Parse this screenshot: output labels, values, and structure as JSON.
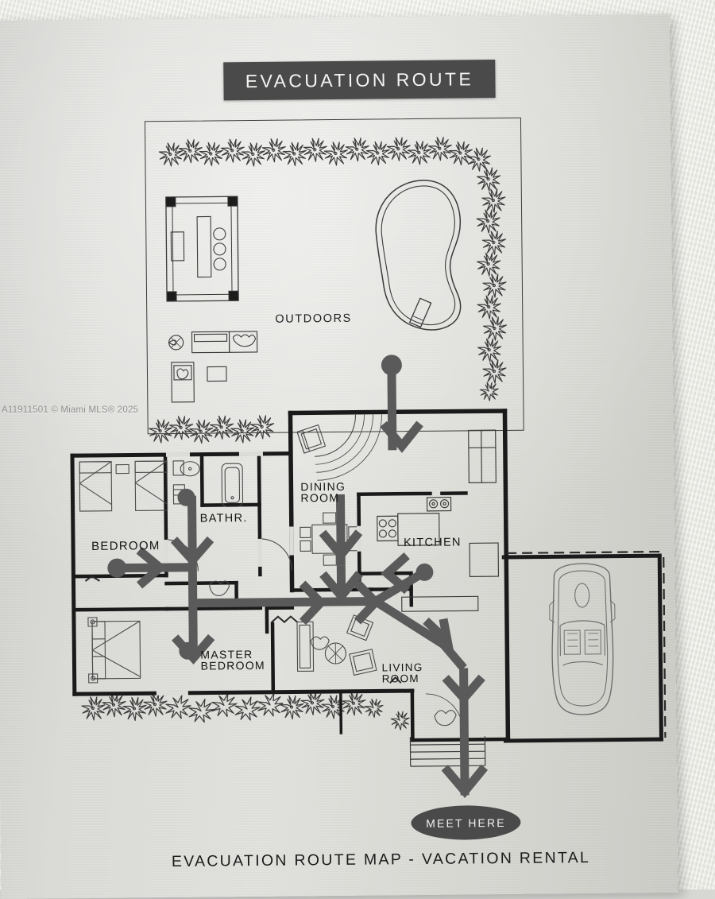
{
  "document": {
    "title": "EVACUATION ROUTE",
    "caption": "EVACUATION ROUTE MAP - VACATION RENTAL",
    "watermark": "A11911501 © Miami MLS® 2025",
    "paper_color": "#dcdcd8",
    "ink_color": "#1a1a1a",
    "banner_color": "#4a4a4a",
    "arrow_color": "#5a5a5a"
  },
  "labels": {
    "outdoors": "OUTDOORS",
    "dining_room": "DINING\nROOM",
    "dining_room_line1": "DINING",
    "dining_room_line2": "ROOM",
    "bathroom": "BATHR.",
    "bedroom": "BEDROOM",
    "kitchen": "KITCHEN",
    "master_bedroom_line1": "MASTER",
    "master_bedroom_line2": "BEDROOM",
    "living_room_line1": "LIVING",
    "living_room_line2": "ROOM",
    "meet_here": "MEET HERE"
  },
  "map_features": {
    "lot_boundary": "outdoor property line rectangle",
    "hedges": "shrub border along north, east and south edges",
    "pool": "kidney-shaped swimming pool with diving board",
    "pergola": "covered patio structure with outdoor dining table and three stools",
    "patio_furniture": "outdoor sofa, chairs, grill and side table",
    "garage": "attached garage containing one car",
    "rooms": [
      "OUTDOORS",
      "DINING ROOM",
      "BATHR.",
      "BEDROOM",
      "KITCHEN",
      "MASTER BEDROOM",
      "LIVING ROOM"
    ],
    "route_origin_dots": 5,
    "route_destination": "MEET HERE"
  }
}
